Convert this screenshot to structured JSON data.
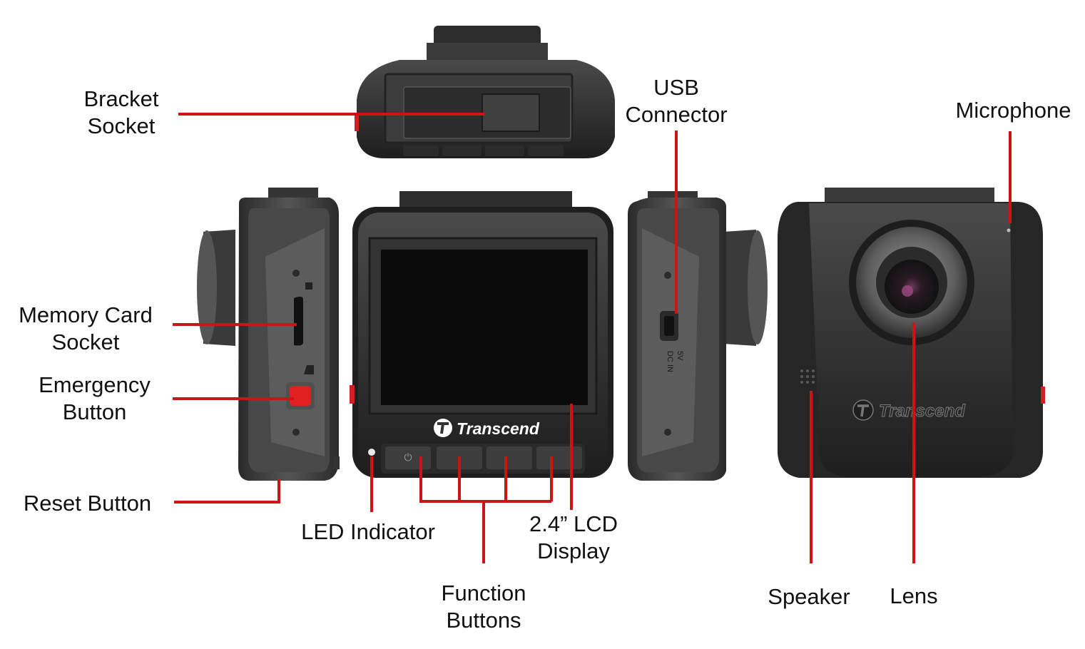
{
  "brand": "Transcend",
  "colors": {
    "leader": "#cc1414",
    "body_dark": "#262626",
    "body_mid": "#3a3a3a",
    "body_light": "#595959",
    "screen": "#0c0c0c",
    "accent_button": "#e02020"
  },
  "device_markings": {
    "power_symbol": "⏻",
    "dc_in_line1": "5V",
    "dc_in_line2": "DC IN"
  },
  "labels": {
    "bracket_socket": [
      "Bracket",
      "Socket"
    ],
    "usb_connector": [
      "USB",
      "Connector"
    ],
    "microphone": [
      "Microphone"
    ],
    "memory_card_socket": [
      "Memory Card",
      "Socket"
    ],
    "emergency_button": [
      "Emergency",
      "Button"
    ],
    "reset_button": [
      "Reset Button"
    ],
    "led_indicator": [
      "LED Indicator"
    ],
    "lcd_display": [
      "2.4” LCD",
      "Display"
    ],
    "function_buttons": [
      "Function",
      "Buttons"
    ],
    "speaker": [
      "Speaker"
    ],
    "lens": [
      "Lens"
    ]
  }
}
